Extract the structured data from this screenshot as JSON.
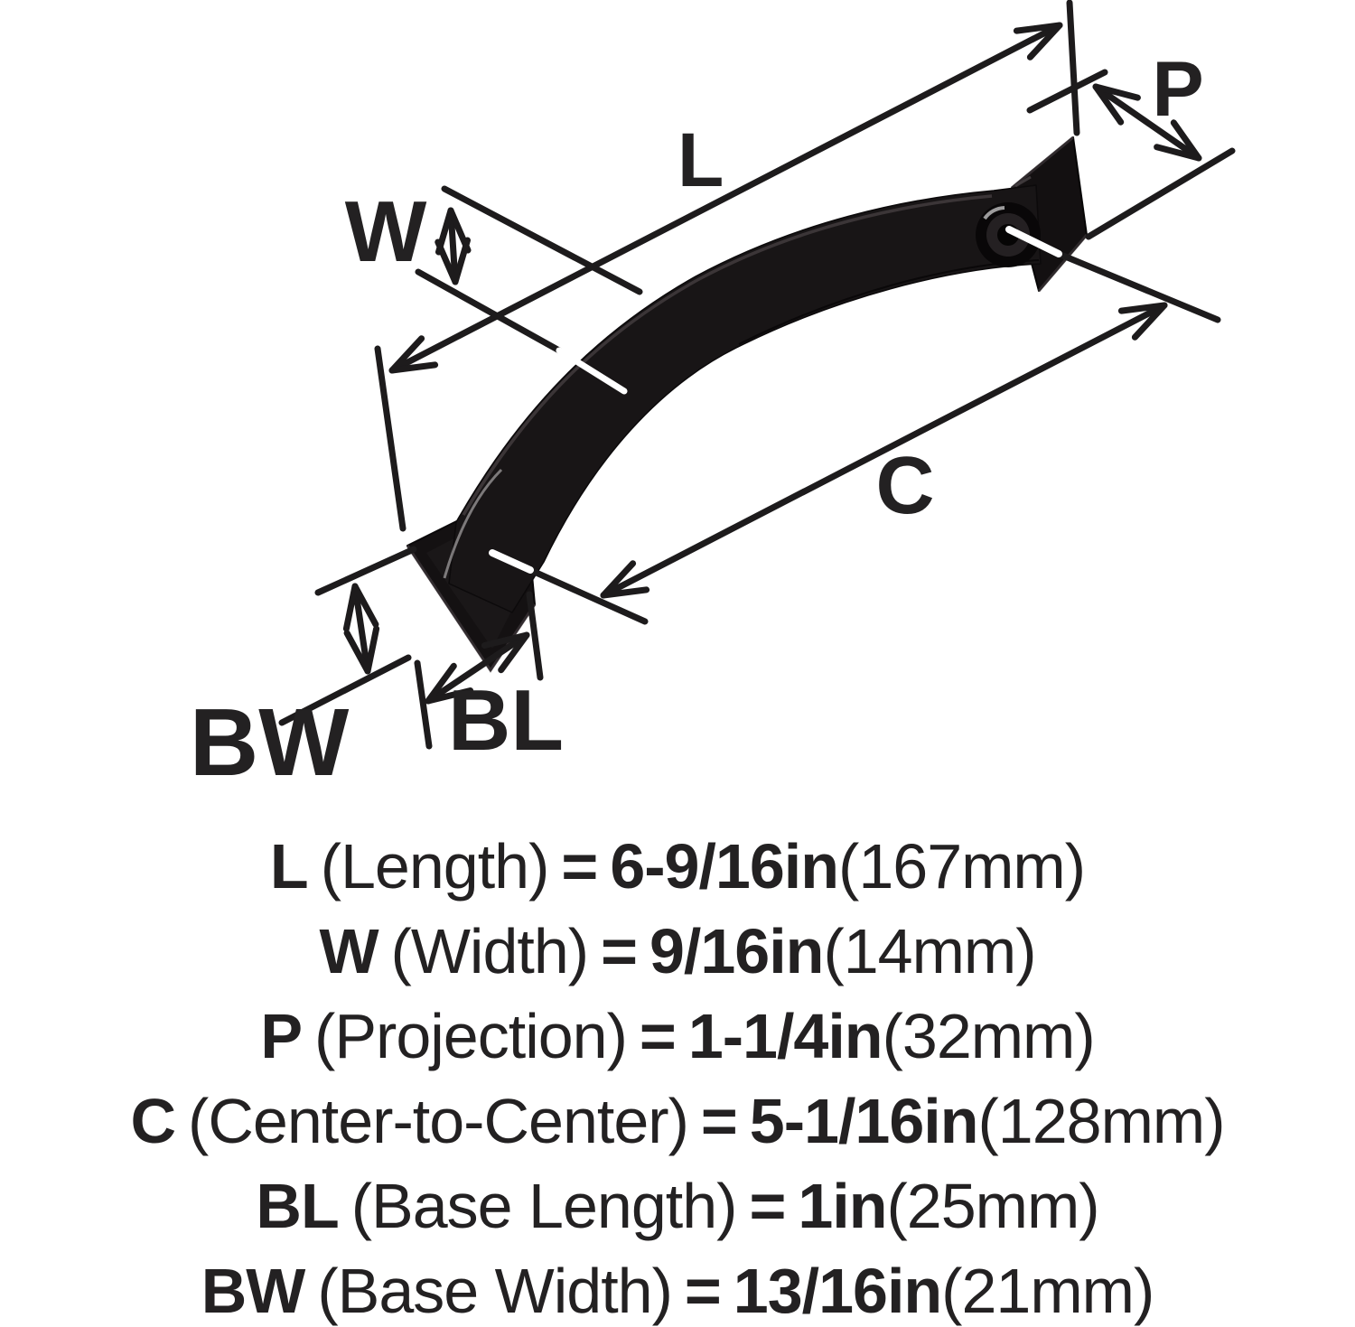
{
  "diagram": {
    "labels": {
      "length": "L",
      "width": "W",
      "projection": "P",
      "center_to_center": "C",
      "base_width": "BW",
      "base_length": "BL"
    },
    "colors": {
      "background": "#ffffff",
      "dimension_line": "#1d1b1c",
      "handle_black": "#181516",
      "text": "#232122"
    }
  },
  "specs": {
    "equals": "=",
    "rows": [
      {
        "label": "L",
        "name": "(Length)",
        "value": "6-9/16in",
        "metric": "(167mm)"
      },
      {
        "label": "W",
        "name": "(Width)",
        "value": "9/16in",
        "metric": "(14mm)"
      },
      {
        "label": "P",
        "name": "(Projection)",
        "value": "1-1/4in",
        "metric": "(32mm)"
      },
      {
        "label": "C",
        "name": "(Center-to-Center)",
        "value": "5-1/16in",
        "metric": "(128mm)"
      },
      {
        "label": "BL",
        "name": "(Base Length)",
        "value": "1in",
        "metric": "(25mm)"
      },
      {
        "label": "BW",
        "name": "(Base Width)",
        "value": "13/16in",
        "metric": "(21mm)"
      }
    ]
  }
}
